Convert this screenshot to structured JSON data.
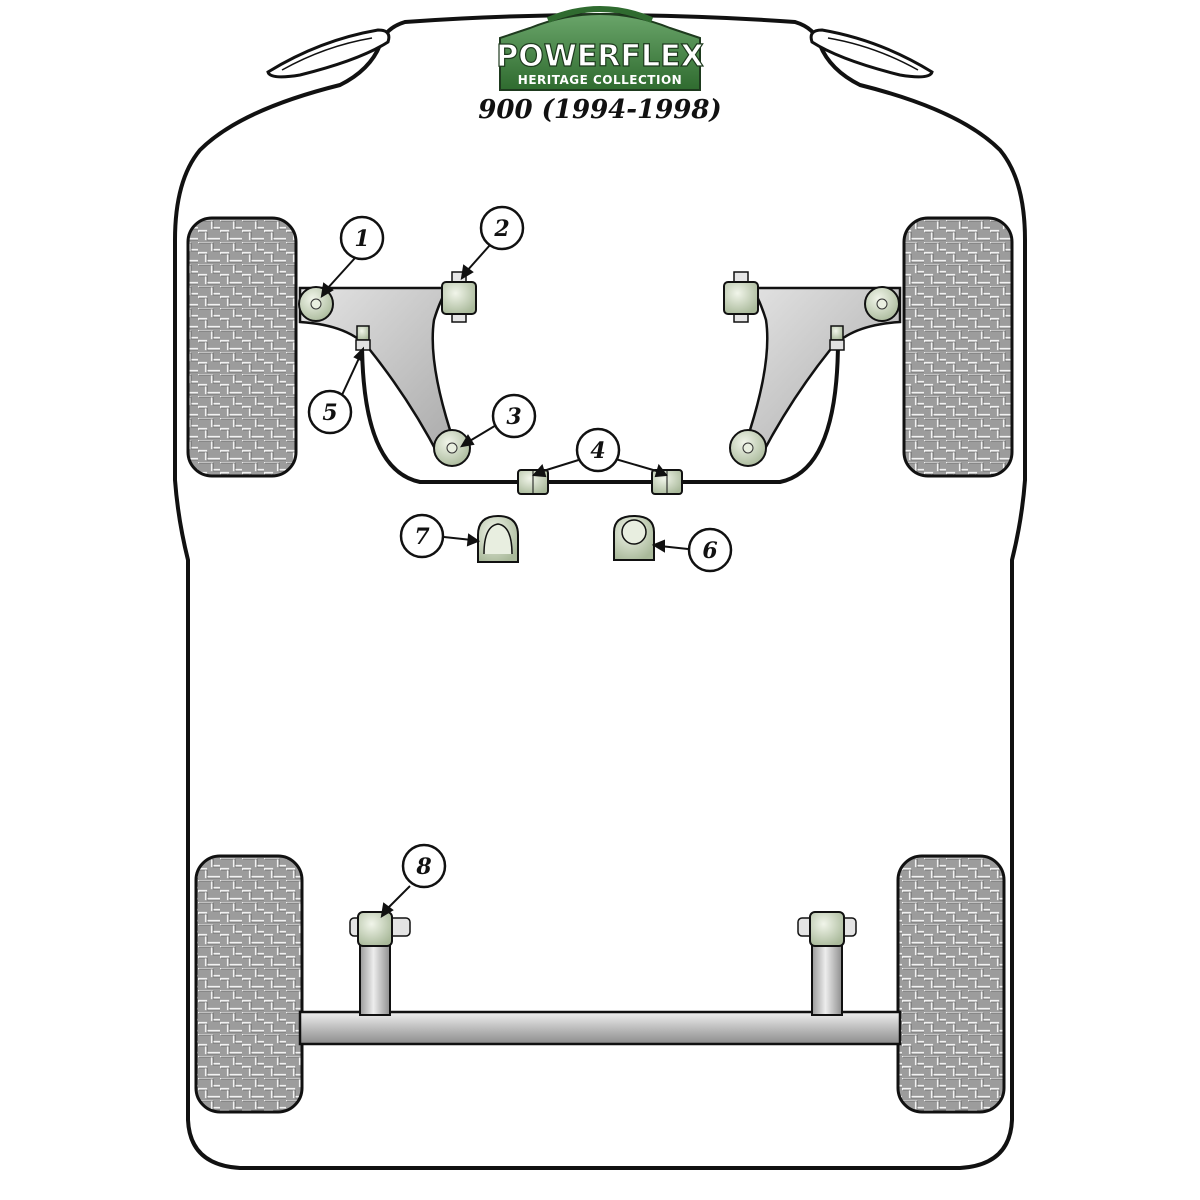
{
  "logo": {
    "brand": "POWERFLEX",
    "collection": "HERITAGE COLLECTION",
    "colors": {
      "green": "#4a8a4a",
      "dark_green": "#1e3a1e"
    }
  },
  "title": "900 (1994-1998)",
  "callouts": [
    "1",
    "2",
    "3",
    "4",
    "5",
    "6",
    "7",
    "8"
  ],
  "colors": {
    "body_outline": "#111111",
    "bushing_fill": "#c9d6b8",
    "arm_fill": "#c8c8c8",
    "tyre_fill": "#9a9a9a"
  }
}
